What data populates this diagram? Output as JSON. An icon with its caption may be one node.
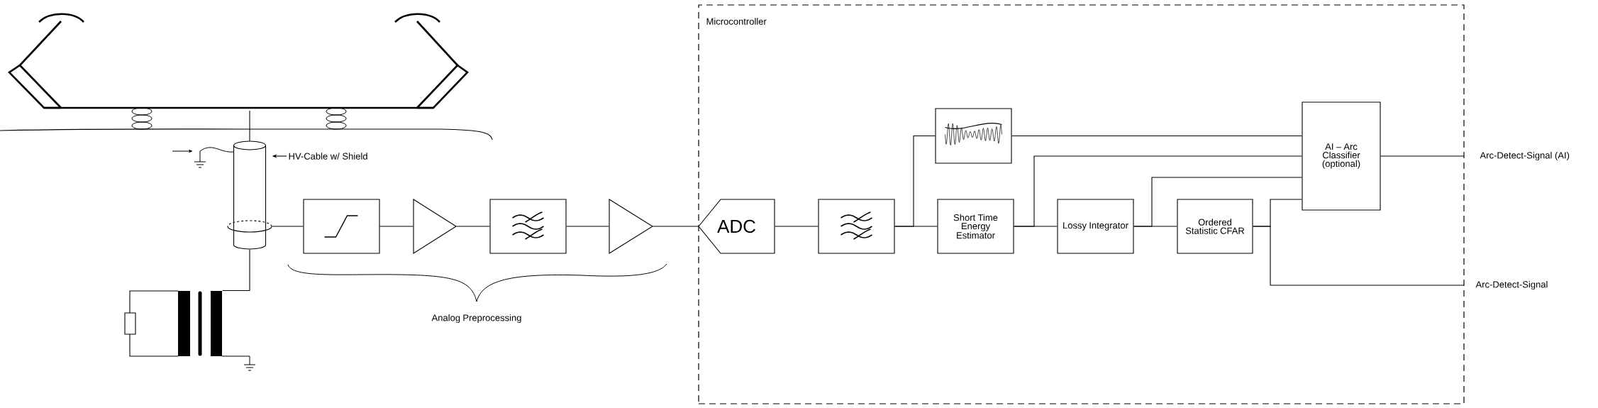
{
  "diagram": {
    "nodes": [
      {
        "text": [
          "Microcontroller"
        ]
      },
      {
        "text": [],
        "shape": "picture"
      },
      {
        "text": [
          "HV-Cable w/ Shield"
        ]
      },
      {
        "text": [],
        "shape": "cylinder"
      },
      {
        "text": [],
        "shape": "picture"
      },
      {
        "text": [],
        "shape": "box"
      },
      {
        "text": [],
        "shape": "triangle"
      },
      {
        "text": [],
        "shape": "box"
      },
      {
        "text": [],
        "shape": "triangle"
      },
      {
        "text": [
          "ADC"
        ],
        "in": 0
      },
      {
        "text": [],
        "shape": "box",
        "in": 0
      },
      {
        "text": [],
        "shape": "box",
        "in": 0
      },
      {
        "text": [
          "Short Time Energy Estimator"
        ],
        "in": 0
      },
      {
        "text": [
          "Lossy Integrator"
        ],
        "in": 0
      },
      {
        "text": [
          "Ordered Statistic CFAR"
        ],
        "in": 0
      },
      {
        "text": [
          "AI – Arc Classifier (optional)"
        ],
        "in": 0
      },
      {
        "text": [
          "Arc-Detect-Signal (AI)"
        ]
      },
      {
        "text": [
          "Arc-Detect-Signal"
        ]
      }
    ],
    "edges": [
      {
        "from": 1,
        "to": 3,
        "arrow": "none"
      },
      {
        "from": 2,
        "to": 3,
        "arrow": "to"
      },
      {
        "from": 3,
        "to": 4,
        "arrow": "none"
      },
      {
        "from": 3,
        "to": 5,
        "arrow": "none"
      },
      {
        "from": 5,
        "to": 6,
        "arrow": "none"
      },
      {
        "from": 6,
        "to": 7,
        "arrow": "none"
      },
      {
        "from": 7,
        "to": 8,
        "arrow": "none"
      },
      {
        "from": 8,
        "to": 9,
        "arrow": "none"
      },
      {
        "from": 9,
        "to": 10,
        "arrow": "none"
      },
      {
        "from": 10,
        "to": 11,
        "arrow": "none"
      },
      {
        "from": 10,
        "to": 12,
        "arrow": "none"
      },
      {
        "from": 11,
        "to": 15,
        "arrow": "none"
      },
      {
        "from": 12,
        "to": 13,
        "arrow": "none"
      },
      {
        "from": 12,
        "to": 15,
        "arrow": "none"
      },
      {
        "from": 13,
        "to": 14,
        "arrow": "none"
      },
      {
        "from": 13,
        "to": 15,
        "arrow": "none"
      },
      {
        "from": 14,
        "to": 15,
        "arrow": "none"
      },
      {
        "from": 14,
        "to": 17,
        "arrow": "none"
      },
      {
        "from": 15,
        "to": 16,
        "arrow": "none"
      }
    ],
    "labels": [
      "Analog Preprocessing"
    ]
  }
}
